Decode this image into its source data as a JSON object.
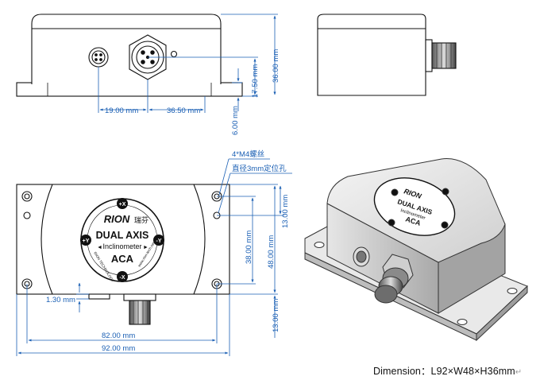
{
  "product": {
    "brand": "RION",
    "brand_cn": "瑞芬",
    "line1": "DUAL AXIS",
    "line2": "Inclinometer",
    "model": "ACA",
    "ring_left": "RION TECHNOLOGY",
    "ring_right": "www.rion-tech.net",
    "axis_plus_x": "+X",
    "axis_minus_x": "-X",
    "axis_plus_y": "+Y",
    "axis_minus_y": "-Y"
  },
  "dimensions": {
    "d19": "19.00 mm",
    "d36_5": "36.50 mm",
    "d17_5": "17.50 mm",
    "d36": "36.00 mm",
    "d6": "6.00 mm",
    "d13_top": "13.00 mm",
    "d38": "38.00 mm",
    "d48": "48.00 mm",
    "d13_bottom": "13.00 mm",
    "d1_3": "1.30 mm",
    "d82": "82.00 mm",
    "d92": "92.00 mm"
  },
  "callouts": {
    "screw": "4*M4螺丝",
    "hole": "直径3mm定位孔"
  },
  "footer": {
    "text": "Dimension：L92×W48×H36mm",
    "mark": "↵"
  },
  "colors": {
    "dimension": "#1a5fb4",
    "outline": "#111111"
  }
}
